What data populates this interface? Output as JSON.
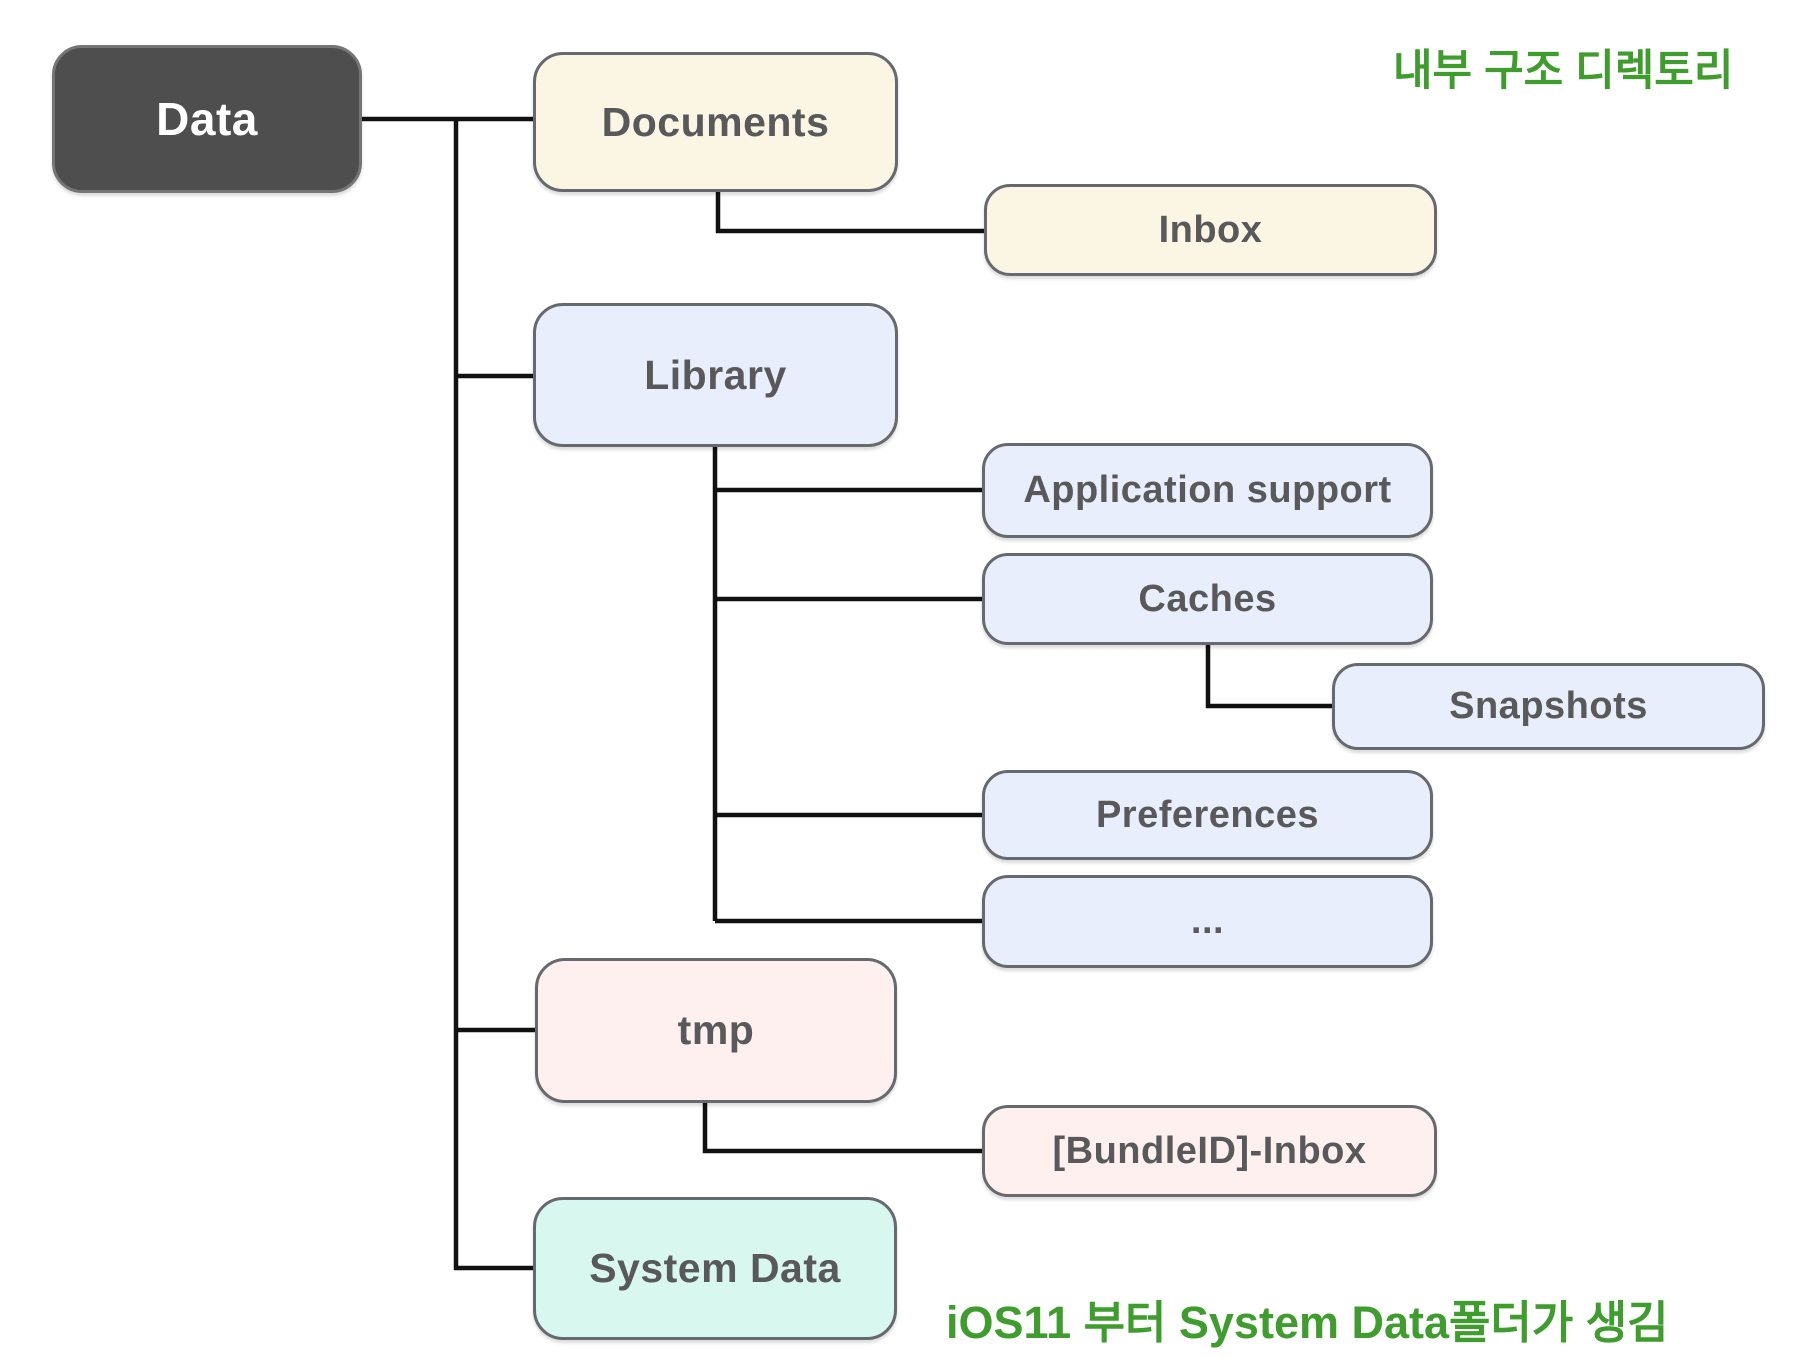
{
  "diagram": {
    "annotations": {
      "top_right": "내부 구조 디렉토리",
      "bottom": "iOS11 부터 System Data폴더가 생김",
      "annotation_color": "#3f9d2e"
    },
    "nodes": {
      "data": {
        "label": "Data",
        "fill": "#4e4e4e",
        "text_color": "#ffffff"
      },
      "documents": {
        "label": "Documents",
        "fill": "#fbf5e3",
        "text_color": "#59595b"
      },
      "inbox": {
        "label": "Inbox",
        "fill": "#fbf5e3",
        "text_color": "#59595b"
      },
      "library": {
        "label": "Library",
        "fill": "#e8eefb",
        "text_color": "#59595b"
      },
      "application_support": {
        "label": "Application support",
        "fill": "#e8eefb",
        "text_color": "#59595b"
      },
      "caches": {
        "label": "Caches",
        "fill": "#e8eefb",
        "text_color": "#59595b"
      },
      "snapshots": {
        "label": "Snapshots",
        "fill": "#e8eefb",
        "text_color": "#59595b"
      },
      "preferences": {
        "label": "Preferences",
        "fill": "#e8eefb",
        "text_color": "#59595b"
      },
      "more": {
        "label": "...",
        "fill": "#e8eefb",
        "text_color": "#59595b"
      },
      "tmp": {
        "label": "tmp",
        "fill": "#fdf0ef",
        "text_color": "#59595b"
      },
      "bundleid_inbox": {
        "label": "[BundleID]-Inbox",
        "fill": "#fdf0ef",
        "text_color": "#59595b"
      },
      "system_data": {
        "label": "System Data",
        "fill": "#d8f7ef",
        "text_color": "#59595b"
      }
    },
    "edges": [
      [
        "Data",
        "Documents"
      ],
      [
        "Documents",
        "Inbox"
      ],
      [
        "Data",
        "Library"
      ],
      [
        "Library",
        "Application support"
      ],
      [
        "Library",
        "Caches"
      ],
      [
        "Caches",
        "Snapshots"
      ],
      [
        "Library",
        "Preferences"
      ],
      [
        "Library",
        "..."
      ],
      [
        "Data",
        "tmp"
      ],
      [
        "tmp",
        "[BundleID]-Inbox"
      ],
      [
        "Data",
        "System Data"
      ]
    ],
    "colors": {
      "line": "#111111",
      "node_border": "#66696d",
      "root_fill": "#4e4e4e",
      "cream_fill": "#fbf5e3",
      "blue_fill": "#e8eefb",
      "pink_fill": "#fdf0ef",
      "mint_fill": "#d8f7ef"
    }
  }
}
